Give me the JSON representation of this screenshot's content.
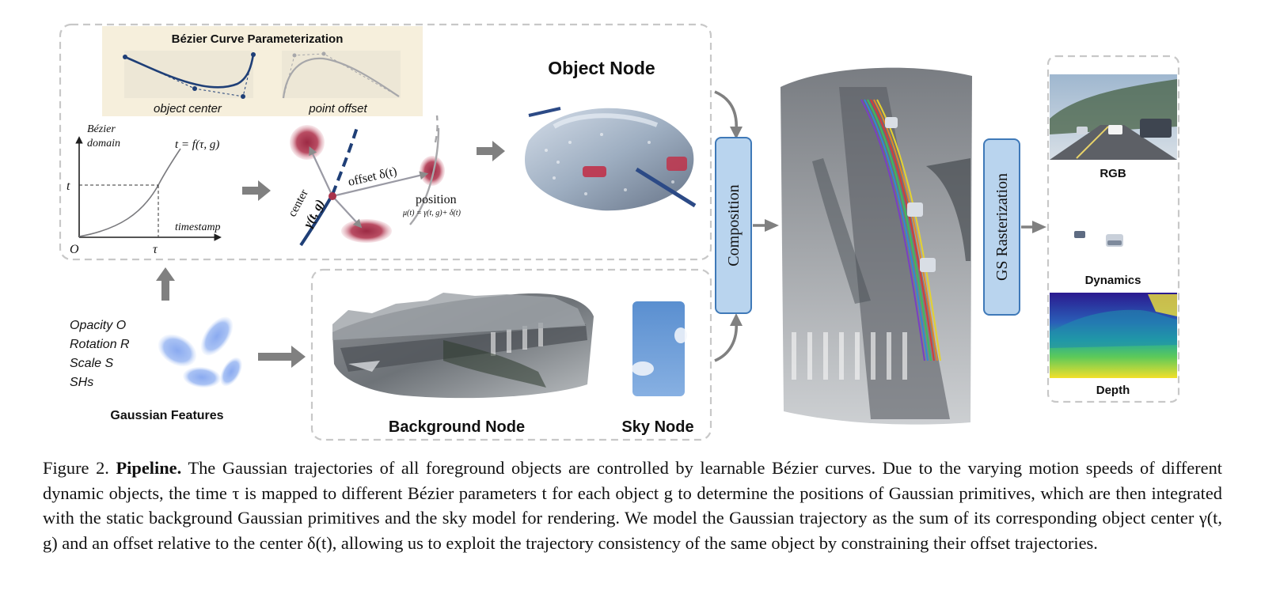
{
  "bezier_panel": {
    "title": "Bézier Curve Parameterization",
    "object_center_label": "object center",
    "point_offset_label": "point offset"
  },
  "mapping_plot": {
    "y_axis_label_line1": "Bézier",
    "y_axis_label_line2": "domain",
    "function_label": "t = f(τ, g)",
    "t_tick": "t",
    "tau_tick": "τ",
    "origin": "O",
    "x_axis_label": "timestamp"
  },
  "trajectory_sketch": {
    "center_label": "center",
    "center_symbol": "γ(t, g)",
    "offset_label": "offset δ(t)",
    "position_label": "position",
    "position_formula": "μ(t) = γ(t, g)+ δ(t)"
  },
  "object_node_label": "Object Node",
  "gaussian_features": {
    "attributes": [
      "Opacity O",
      "Rotation R",
      "Scale S",
      "SHs"
    ],
    "label": "Gaussian Features"
  },
  "background_node_label": "Background Node",
  "sky_node_label": "Sky Node",
  "composition_label": "Composition",
  "rasterization_label": "GS Rasterization",
  "outputs": {
    "rgb_label": "RGB",
    "dynamics_label": "Dynamics",
    "depth_label": "Depth"
  },
  "colors": {
    "dashed_border": "#c8c8c8",
    "arrow": "#808080",
    "curve_navy": "#1f3f77",
    "gaussian_red": "#a8324a",
    "panel_fill": "#f6efdc",
    "box_fill": "#b9d4ee",
    "box_stroke": "#3f79b8",
    "gaussian_blue": "#9db9f2"
  },
  "caption": {
    "figure_label": "Figure 2.",
    "bold_title": "Pipeline.",
    "text": "The Gaussian trajectories of all foreground objects are controlled by learnable Bézier curves. Due to the varying motion speeds of different dynamic objects, the time τ is mapped to different Bézier parameters t for each object g to determine the positions of Gaussian primitives, which are then integrated with the static background Gaussian primitives and the sky model for rendering. We model the Gaussian trajectory as the sum of its corresponding object center γ(t, g) and an offset relative to the center δ(t), allowing us to exploit the trajectory consistency of the same object by constraining their offset trajectories."
  }
}
